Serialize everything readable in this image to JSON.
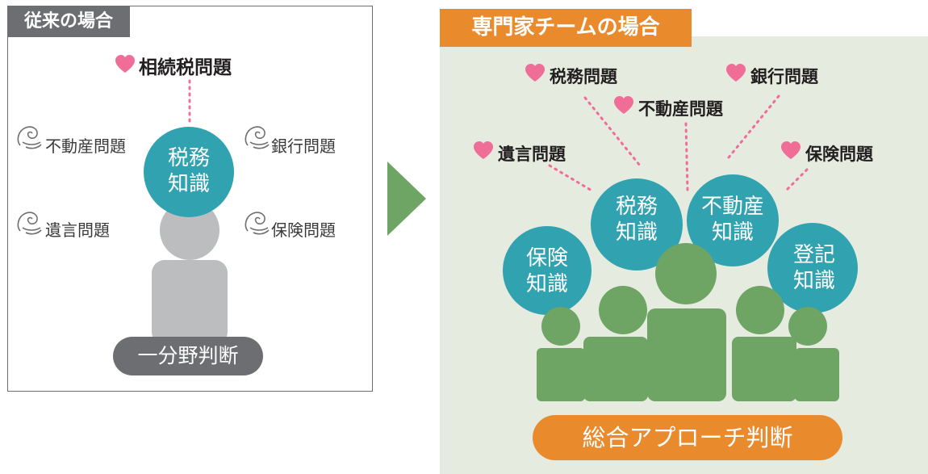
{
  "left": {
    "title": "従来の場合",
    "center_circle": [
      "税務",
      "知識"
    ],
    "top_issue": "相続税問題",
    "issues": {
      "realestate": "不動産問題",
      "bank": "銀行問題",
      "will": "遺言問題",
      "insurance": "保険問題"
    },
    "judgment": "一分野判断"
  },
  "right": {
    "title": "専門家チームの場合",
    "issues": {
      "tax": "税務問題",
      "bank": "銀行問題",
      "realestate": "不動産問題",
      "will": "遺言問題",
      "insurance": "保険問題"
    },
    "circles": {
      "insurance": [
        "保険",
        "知識"
      ],
      "tax": [
        "税務",
        "知識"
      ],
      "realestate": [
        "不動産",
        "知識"
      ],
      "registry": [
        "登記",
        "知識"
      ]
    },
    "judgment": "総合アプローチ判断"
  },
  "colors": {
    "teal": "#31a3b0",
    "green": "#6ea464",
    "orange": "#e98a2d",
    "gray": "#6d6e71",
    "person_gray": "#bcbdbf",
    "heart": "#ef6d97",
    "right_bg": "#e6ebdf"
  },
  "icons": {
    "heart": "heart-icon",
    "swirl": "swirl-icon",
    "arrow": "arrow-right-icon"
  }
}
